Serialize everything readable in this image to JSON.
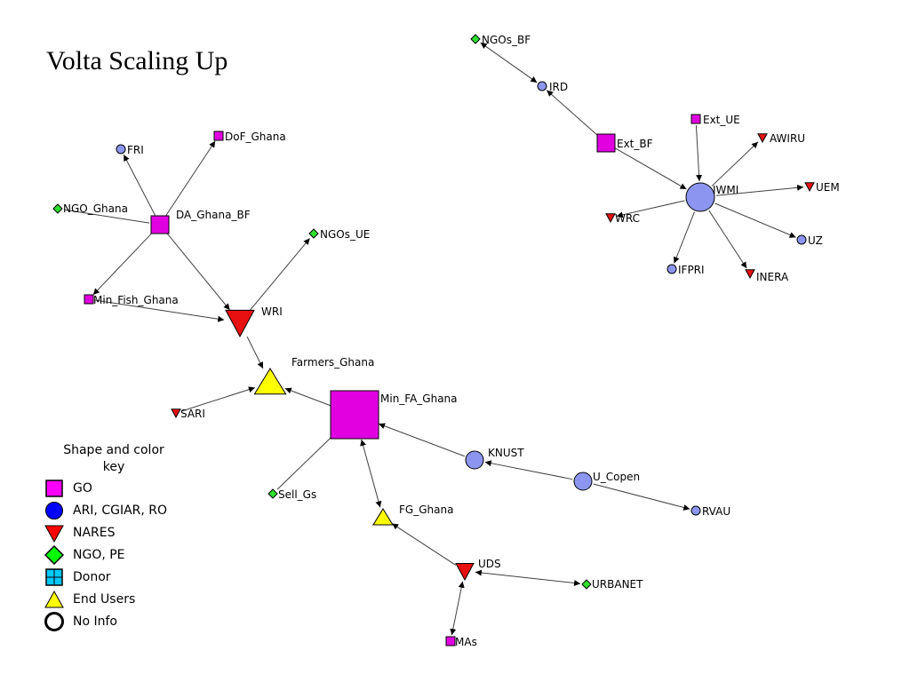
{
  "title": "Volta Scaling Up",
  "legend": {
    "title_line1": "Shape and color",
    "title_line2": "key",
    "items": [
      {
        "key": "go",
        "label": "GO",
        "shape": "square",
        "color": "#ff00ff"
      },
      {
        "key": "ari",
        "label": "ARI, CGIAR, RO",
        "shape": "circle",
        "color": "#0000ff"
      },
      {
        "key": "nares",
        "label": "NARES",
        "shape": "down-triangle",
        "color": "#ff0000"
      },
      {
        "key": "ngo",
        "label": "NGO, PE",
        "shape": "diamond",
        "color": "#00ff00"
      },
      {
        "key": "donor",
        "label": "Donor",
        "shape": "grid-square",
        "color": "#00c8ff"
      },
      {
        "key": "end-users",
        "label": "End Users",
        "shape": "up-triangle",
        "color": "#ffff00"
      },
      {
        "key": "no-info",
        "label": "No Info",
        "shape": "circle",
        "color": "#ffffff"
      }
    ]
  },
  "colors": {
    "go": "#e000e0",
    "ari": "#8c96f0",
    "nares": "#e81010",
    "ngo": "#2ee02e",
    "end_users": "#ffff00",
    "edge": "#404040"
  },
  "nodes": [
    {
      "id": "NGOs_BF",
      "label": "NGOs_BF",
      "type": "ngo",
      "size": "small"
    },
    {
      "id": "IRD",
      "label": "IRD",
      "type": "ari",
      "size": "small"
    },
    {
      "id": "Ext_BF",
      "label": "Ext_BF",
      "type": "go",
      "size": "medium"
    },
    {
      "id": "Ext_UE",
      "label": "Ext_UE",
      "type": "go",
      "size": "small"
    },
    {
      "id": "AWIRU",
      "label": "AWIRU",
      "type": "nares",
      "size": "small"
    },
    {
      "id": "IWMI",
      "label": "IWMI",
      "type": "ari",
      "size": "large"
    },
    {
      "id": "UEM",
      "label": "UEM",
      "type": "nares",
      "size": "small"
    },
    {
      "id": "WRC",
      "label": "WRC",
      "type": "nares",
      "size": "small"
    },
    {
      "id": "UZ",
      "label": "UZ",
      "type": "ari",
      "size": "small"
    },
    {
      "id": "IFPRI",
      "label": "IFPRI",
      "type": "ari",
      "size": "small"
    },
    {
      "id": "INERA",
      "label": "INERA",
      "type": "nares",
      "size": "small"
    },
    {
      "id": "FRI",
      "label": "FRI",
      "type": "ari",
      "size": "small"
    },
    {
      "id": "DoF_Ghana",
      "label": "DoF_Ghana",
      "type": "go",
      "size": "small"
    },
    {
      "id": "NGO_Ghana",
      "label": "NGO_Ghana",
      "type": "ngo",
      "size": "small"
    },
    {
      "id": "DA_Ghana_BF",
      "label": "DA_Ghana_BF",
      "type": "go",
      "size": "medium"
    },
    {
      "id": "NGOs_UE",
      "label": "NGOs_UE",
      "type": "ngo",
      "size": "small"
    },
    {
      "id": "Min_Fish_Ghana",
      "label": "Min_Fish_Ghana",
      "type": "go",
      "size": "small"
    },
    {
      "id": "WRI",
      "label": "WRI",
      "type": "nares",
      "size": "large"
    },
    {
      "id": "Farmers_Ghana",
      "label": "Farmers_Ghana",
      "type": "end-users",
      "size": "large"
    },
    {
      "id": "SARI",
      "label": "SARI",
      "type": "nares",
      "size": "small"
    },
    {
      "id": "Min_FA_Ghana",
      "label": "Min_FA_Ghana",
      "type": "go",
      "size": "xlarge"
    },
    {
      "id": "KNUST",
      "label": "KNUST",
      "type": "ari",
      "size": "medium"
    },
    {
      "id": "U_Copen",
      "label": "U_Copen",
      "type": "ari",
      "size": "medium"
    },
    {
      "id": "RVAU",
      "label": "RVAU",
      "type": "ari",
      "size": "small"
    },
    {
      "id": "Sell_Gs",
      "label": "Sell_Gs",
      "type": "ngo",
      "size": "small"
    },
    {
      "id": "FG_Ghana",
      "label": "FG_Ghana",
      "type": "end-users",
      "size": "medium"
    },
    {
      "id": "UDS",
      "label": "UDS",
      "type": "nares",
      "size": "medium"
    },
    {
      "id": "URBANET",
      "label": "URBANET",
      "type": "ngo",
      "size": "small"
    },
    {
      "id": "MAs",
      "label": "MAs",
      "type": "go",
      "size": "small"
    }
  ],
  "edges": [
    {
      "from": "IRD",
      "to": "NGOs_BF",
      "arrows": "both"
    },
    {
      "from": "Ext_BF",
      "to": "IRD",
      "arrows": "end"
    },
    {
      "from": "Ext_BF",
      "to": "IWMI",
      "arrows": "end"
    },
    {
      "from": "Ext_UE",
      "to": "IWMI",
      "arrows": "end"
    },
    {
      "from": "IWMI",
      "to": "AWIRU",
      "arrows": "end"
    },
    {
      "from": "IWMI",
      "to": "UEM",
      "arrows": "end"
    },
    {
      "from": "IWMI",
      "to": "WRC",
      "arrows": "end"
    },
    {
      "from": "IWMI",
      "to": "UZ",
      "arrows": "end"
    },
    {
      "from": "IWMI",
      "to": "IFPRI",
      "arrows": "end"
    },
    {
      "from": "IWMI",
      "to": "INERA",
      "arrows": "end"
    },
    {
      "from": "DA_Ghana_BF",
      "to": "FRI",
      "arrows": "end"
    },
    {
      "from": "DA_Ghana_BF",
      "to": "DoF_Ghana",
      "arrows": "end"
    },
    {
      "from": "DA_Ghana_BF",
      "to": "NGO_Ghana",
      "arrows": "none"
    },
    {
      "from": "DA_Ghana_BF",
      "to": "Min_Fish_Ghana",
      "arrows": "end"
    },
    {
      "from": "DA_Ghana_BF",
      "to": "WRI",
      "arrows": "end"
    },
    {
      "from": "WRI",
      "to": "NGOs_UE",
      "arrows": "end"
    },
    {
      "from": "Min_Fish_Ghana",
      "to": "WRI",
      "arrows": "end"
    },
    {
      "from": "WRI",
      "to": "Farmers_Ghana",
      "arrows": "end"
    },
    {
      "from": "SARI",
      "to": "Farmers_Ghana",
      "arrows": "end"
    },
    {
      "from": "Min_FA_Ghana",
      "to": "Farmers_Ghana",
      "arrows": "end"
    },
    {
      "from": "KNUST",
      "to": "Min_FA_Ghana",
      "arrows": "end"
    },
    {
      "from": "U_Copen",
      "to": "KNUST",
      "arrows": "end"
    },
    {
      "from": "U_Copen",
      "to": "RVAU",
      "arrows": "end"
    },
    {
      "from": "Min_FA_Ghana",
      "to": "Sell_Gs",
      "arrows": "none"
    },
    {
      "from": "Min_FA_Ghana",
      "to": "FG_Ghana",
      "arrows": "both"
    },
    {
      "from": "UDS",
      "to": "FG_Ghana",
      "arrows": "end"
    },
    {
      "from": "UDS",
      "to": "URBANET",
      "arrows": "both"
    },
    {
      "from": "UDS",
      "to": "MAs",
      "arrows": "both"
    }
  ]
}
